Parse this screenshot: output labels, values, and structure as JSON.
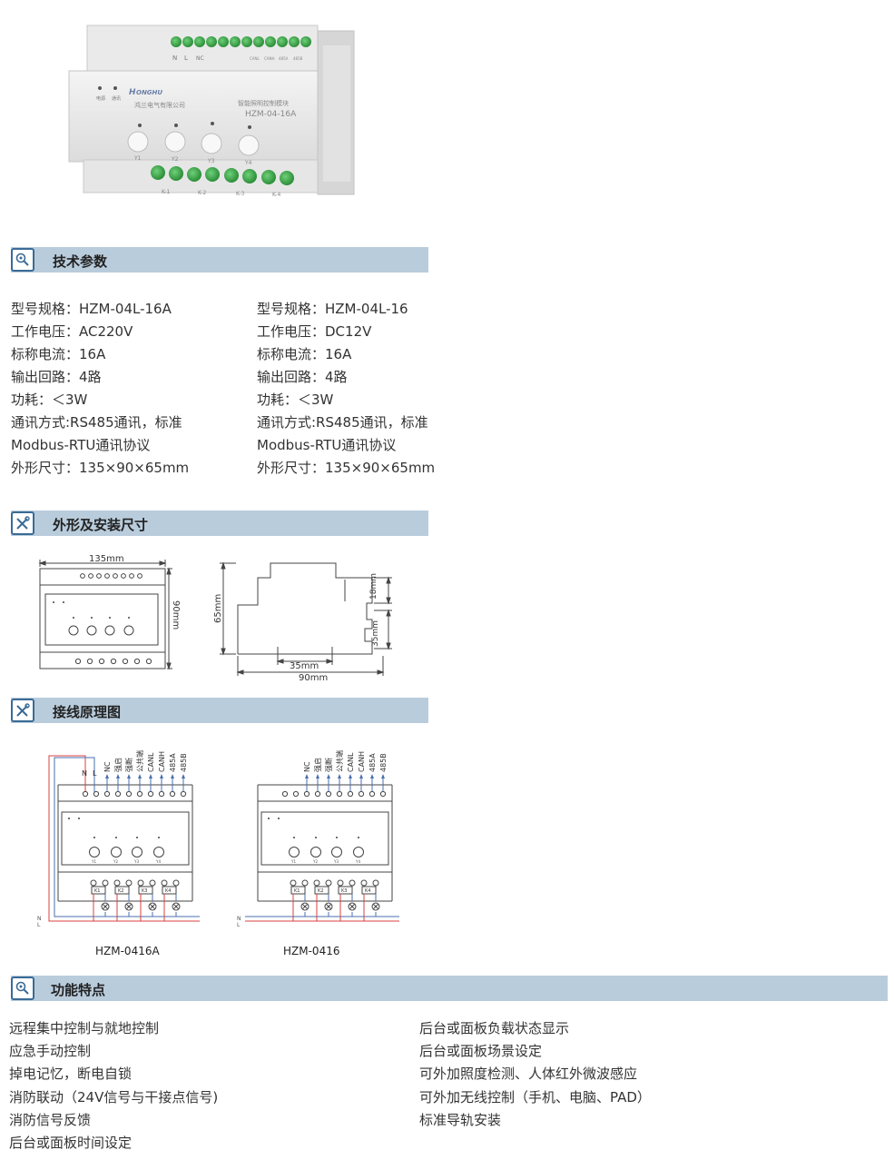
{
  "product": {
    "brand_cn": "鸿兰电气有限公司",
    "module_name": "智能照明控制模块",
    "model": "HZM-04-16A",
    "indicator_labels": [
      "电源",
      "通讯"
    ],
    "top_terminal_labels": [
      "N",
      "L",
      "NC"
    ],
    "top_terminal_small": [
      "CANL",
      "CANH",
      "485A",
      "485B"
    ],
    "buttons": [
      "Y1",
      "Y2",
      "Y3",
      "Y4"
    ],
    "relay_labels": [
      "K-1",
      "K-2",
      "K-3",
      "K-4"
    ]
  },
  "sections": {
    "specs": "技术参数",
    "dimensions": "外形及安装尺寸",
    "wiring": "接线原理图",
    "features": "功能特点"
  },
  "specs": {
    "left": [
      "型号规格：HZM-04L-16A",
      "工作电压：AC220V",
      "标称电流：16A",
      "输出回路：4路",
      "功耗：＜3W",
      "通讯方式:RS485通讯，标准",
      "Modbus-RTU通讯协议",
      "外形尺寸：135×90×65mm"
    ],
    "right": [
      "型号规格：HZM-04L-16",
      "工作电压：DC12V",
      "标称电流：16A",
      "输出回路：4路",
      "功耗：＜3W",
      "通讯方式:RS485通讯，标准",
      "Modbus-RTU通讯协议",
      "外形尺寸：135×90×65mm"
    ]
  },
  "dimensions": {
    "width": "135mm",
    "height": "90mm",
    "depth": "65mm",
    "side_width": "90mm",
    "rail": "35mm",
    "top_step": "18mm",
    "side_step": "35mm"
  },
  "wiring": {
    "a_top_labels": [
      "N",
      "L",
      "NC",
      "强启",
      "强断",
      "公共端",
      "CANL",
      "CANH",
      "485A",
      "485B"
    ],
    "b_top_labels": [
      "NC",
      "强启",
      "强断",
      "公共端",
      "CANL",
      "CANH",
      "485A",
      "485B"
    ],
    "buttons": [
      "Y1",
      "Y2",
      "Y3",
      "Y4"
    ],
    "relays": [
      "K1",
      "K2",
      "K3",
      "K4"
    ],
    "line_labels": [
      "N",
      "L"
    ],
    "caption_a": "HZM-0416A",
    "caption_b": "HZM-0416",
    "colors": {
      "red": "#d94040",
      "blue": "#4a6fb0",
      "outline": "#444444"
    }
  },
  "features": {
    "left": [
      "远程集中控制与就地控制",
      "应急手动控制",
      "掉电记忆，断电自锁",
      "消防联动（24V信号与干接点信号)",
      "消防信号反馈",
      "后台或面板时间设定"
    ],
    "right": [
      "后台或面板负载状态显示",
      "后台或面板场景设定",
      "可外加照度检测、人体红外微波感应",
      "可外加无线控制（手机、电脑、PAD）",
      "标准导轨安装"
    ]
  },
  "icons": {
    "specs": "magnifier-icon",
    "dimensions": "tools-icon",
    "wiring": "tools-icon",
    "features": "magnifier-icon"
  },
  "theme": {
    "header_bg": "#b9ccdc",
    "icon_border": "#3a6b96",
    "terminal_green": "#3fae4a"
  }
}
